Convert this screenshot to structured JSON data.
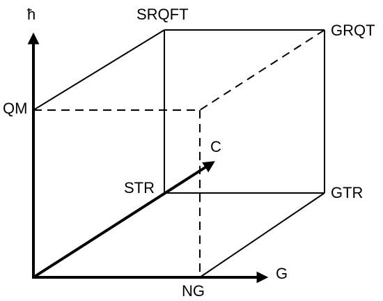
{
  "axes": {
    "vertical_label": "ħ",
    "horizontal_label": "G",
    "diagonal_label": "C"
  },
  "vertices": {
    "origin_top": "QM",
    "top_back_left": "SRQFT",
    "top_back_right": "GRQT",
    "mid_back_left": "STR",
    "mid_back_right": "GTR",
    "bottom_front": "NG"
  },
  "colors": {
    "stroke": "#000000",
    "background": "#ffffff"
  }
}
